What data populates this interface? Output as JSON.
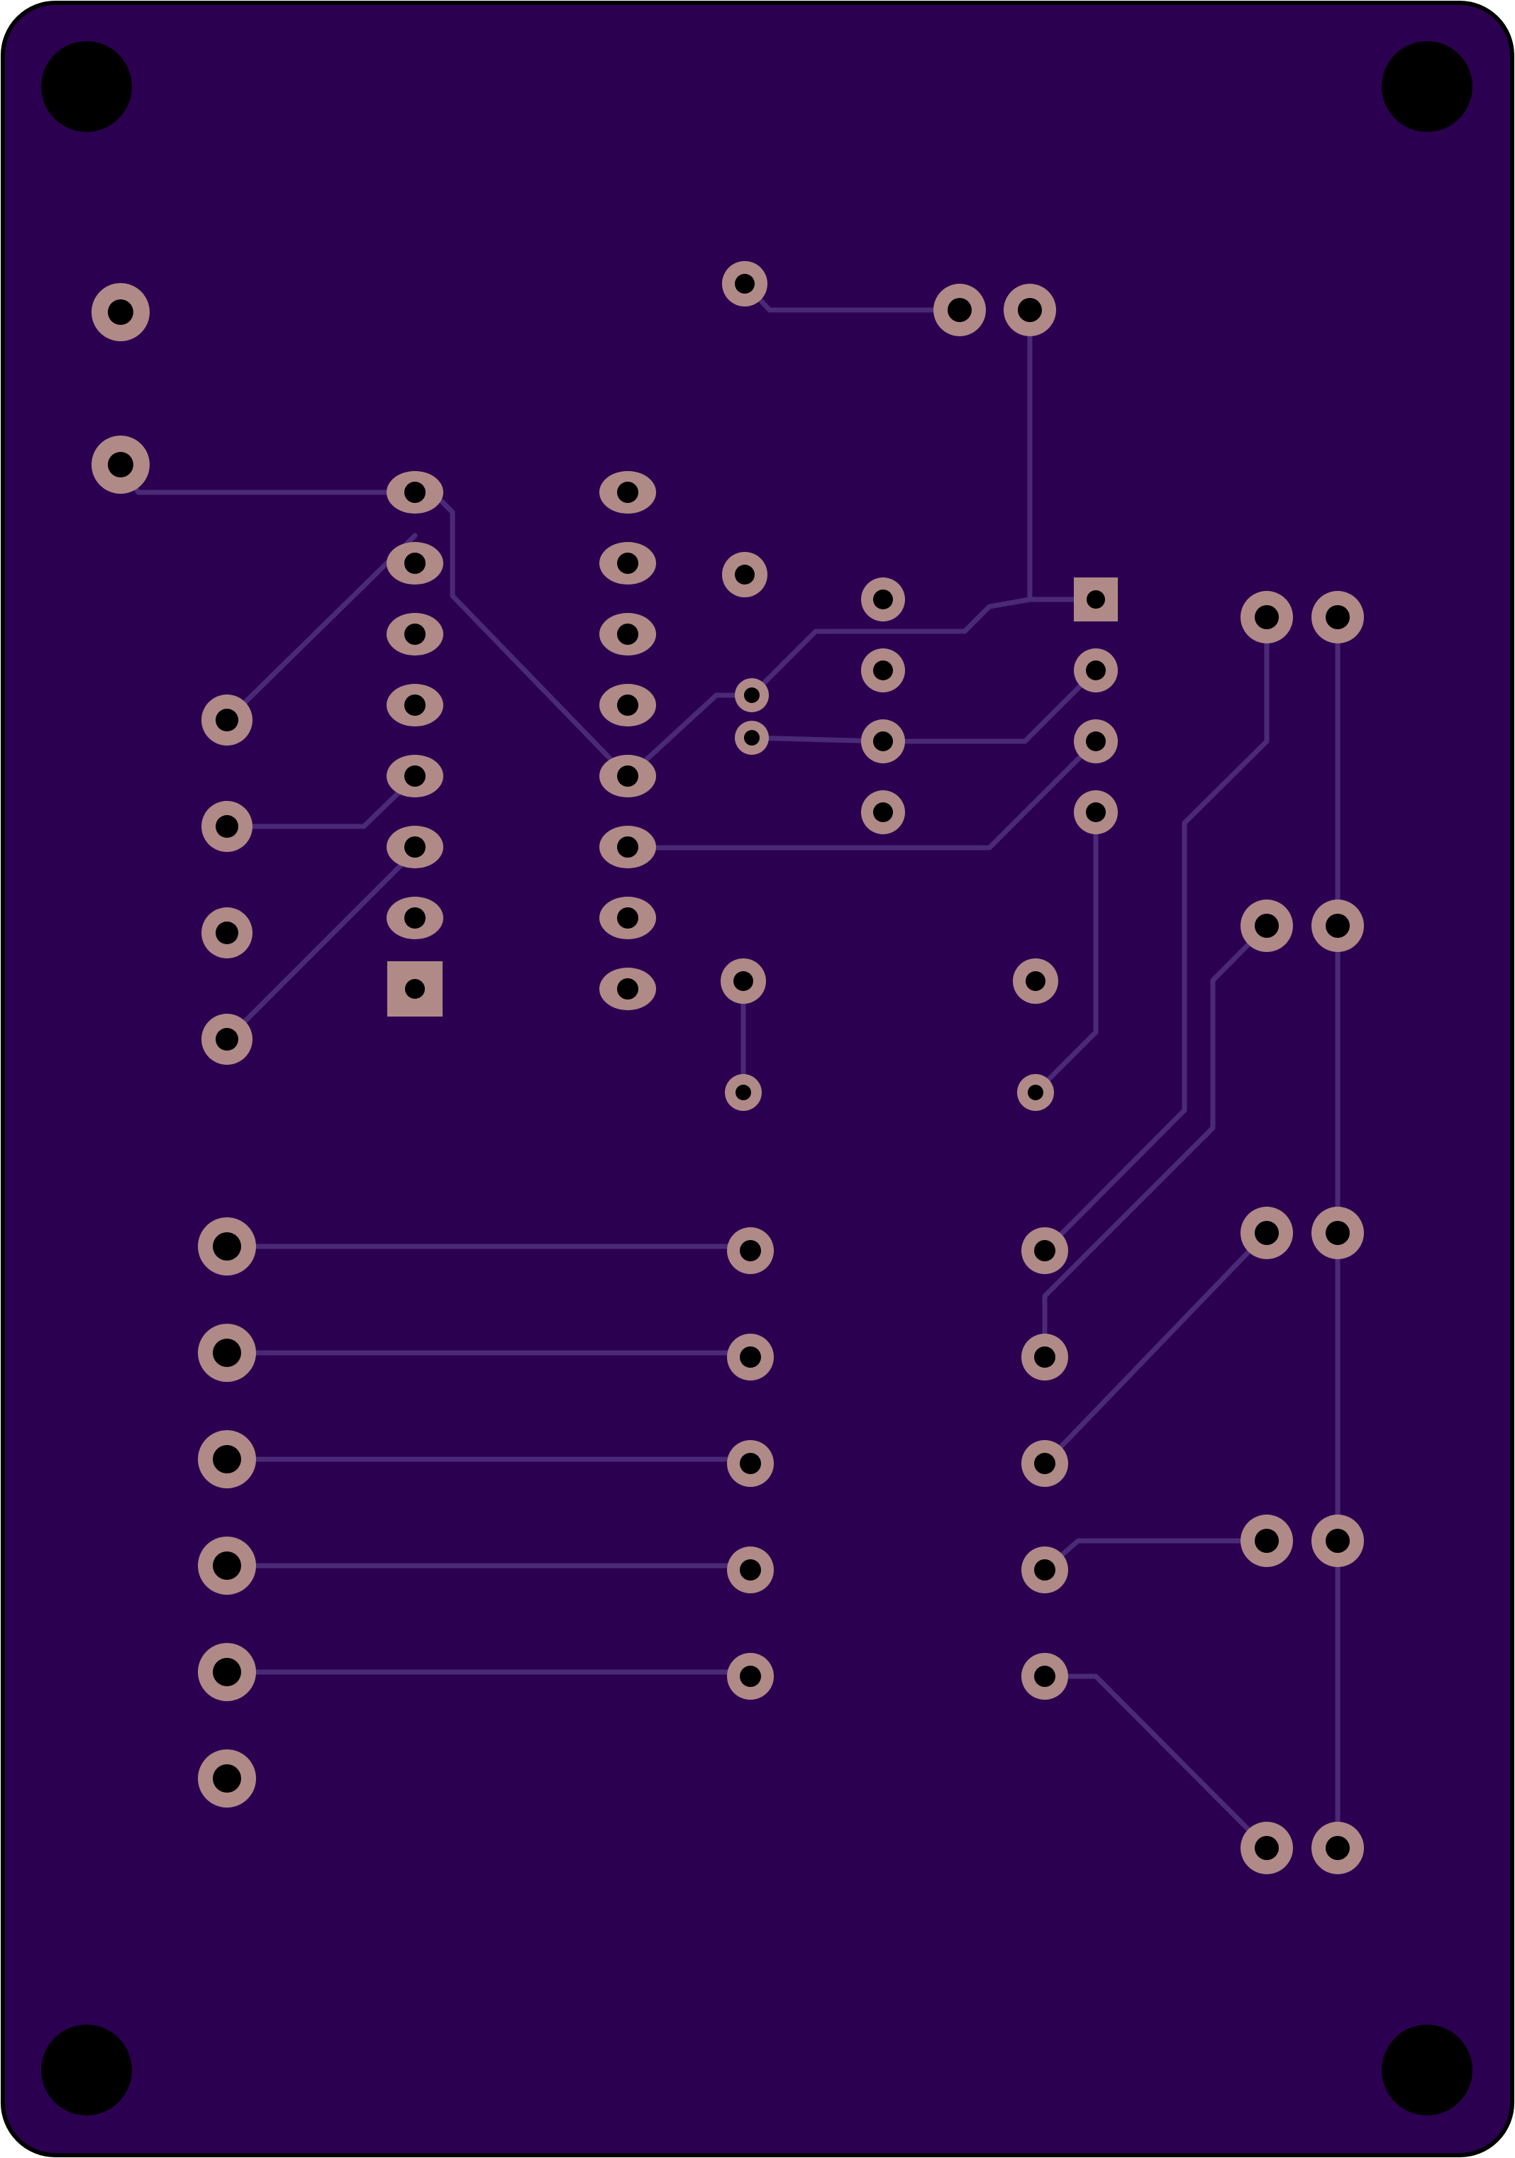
{
  "board": {
    "name": "pcb-bottom-layer",
    "colors": {
      "substrate": "#2c0050",
      "outline": "#000000",
      "trace": "#4a2a78",
      "pad_copper": "#b08a87",
      "drill": "#000000"
    }
  },
  "components": {
    "mounting_holes": 4,
    "dip16_ic": {
      "pins": 16,
      "pin1_shape": "square"
    },
    "dip8_ic": {
      "pins": 8,
      "pin1_shape": "square"
    },
    "left_connector_pins": 6,
    "right_connector_pairs": 5,
    "left_header_pins": 4,
    "power_pads": 2
  }
}
